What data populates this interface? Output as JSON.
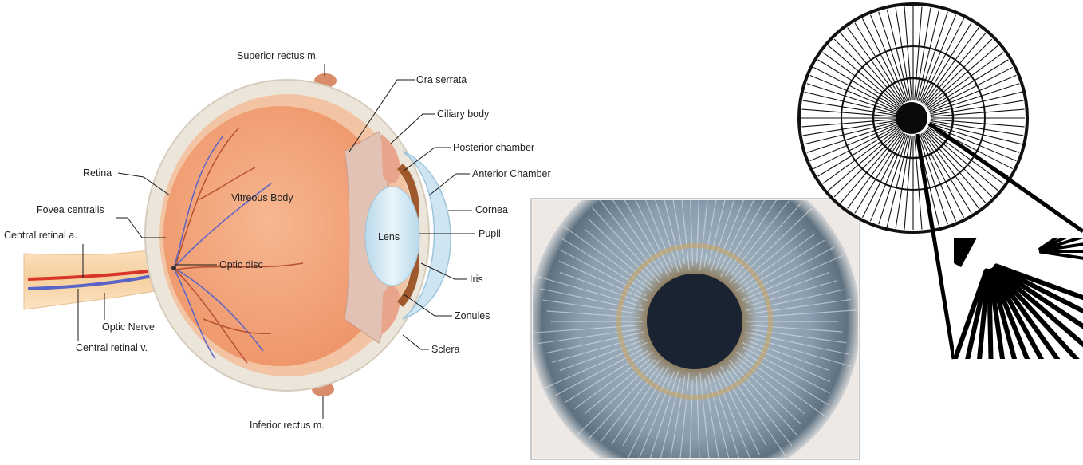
{
  "anatomy": {
    "labels": {
      "superior_rectus": "Superior rectus m.",
      "ora_serrata": "Ora serrata",
      "ciliary_body": "Ciliary body",
      "posterior_chamber": "Posterior chamber",
      "anterior_chamber": "Anterior Chamber",
      "retina": "Retina",
      "vitreous_body": "Vitreous Body",
      "cornea": "Cornea",
      "fovea_centralis": "Fovea centralis",
      "lens": "Lens",
      "pupil": "Pupil",
      "central_retinal_artery": "Central retinal a.",
      "optic_disc": "Optic disc",
      "iris": "Iris",
      "zonules": "Zonules",
      "optic_nerve": "Optic Nerve",
      "central_retinal_vein": "Central retinal v.",
      "sclera": "Sclera",
      "inferior_rectus": "Inferior rectus m."
    }
  },
  "colors": {
    "vitreous": "#f2a57e",
    "sclera": "#ece5da",
    "cornea": "#cfe6f2",
    "iris_brown": "#a0592d",
    "artery": "#d8342a",
    "vein": "#5a63c6",
    "iris_photo_blue": "#8da3b3",
    "pupil_photo": "#1a2332"
  }
}
